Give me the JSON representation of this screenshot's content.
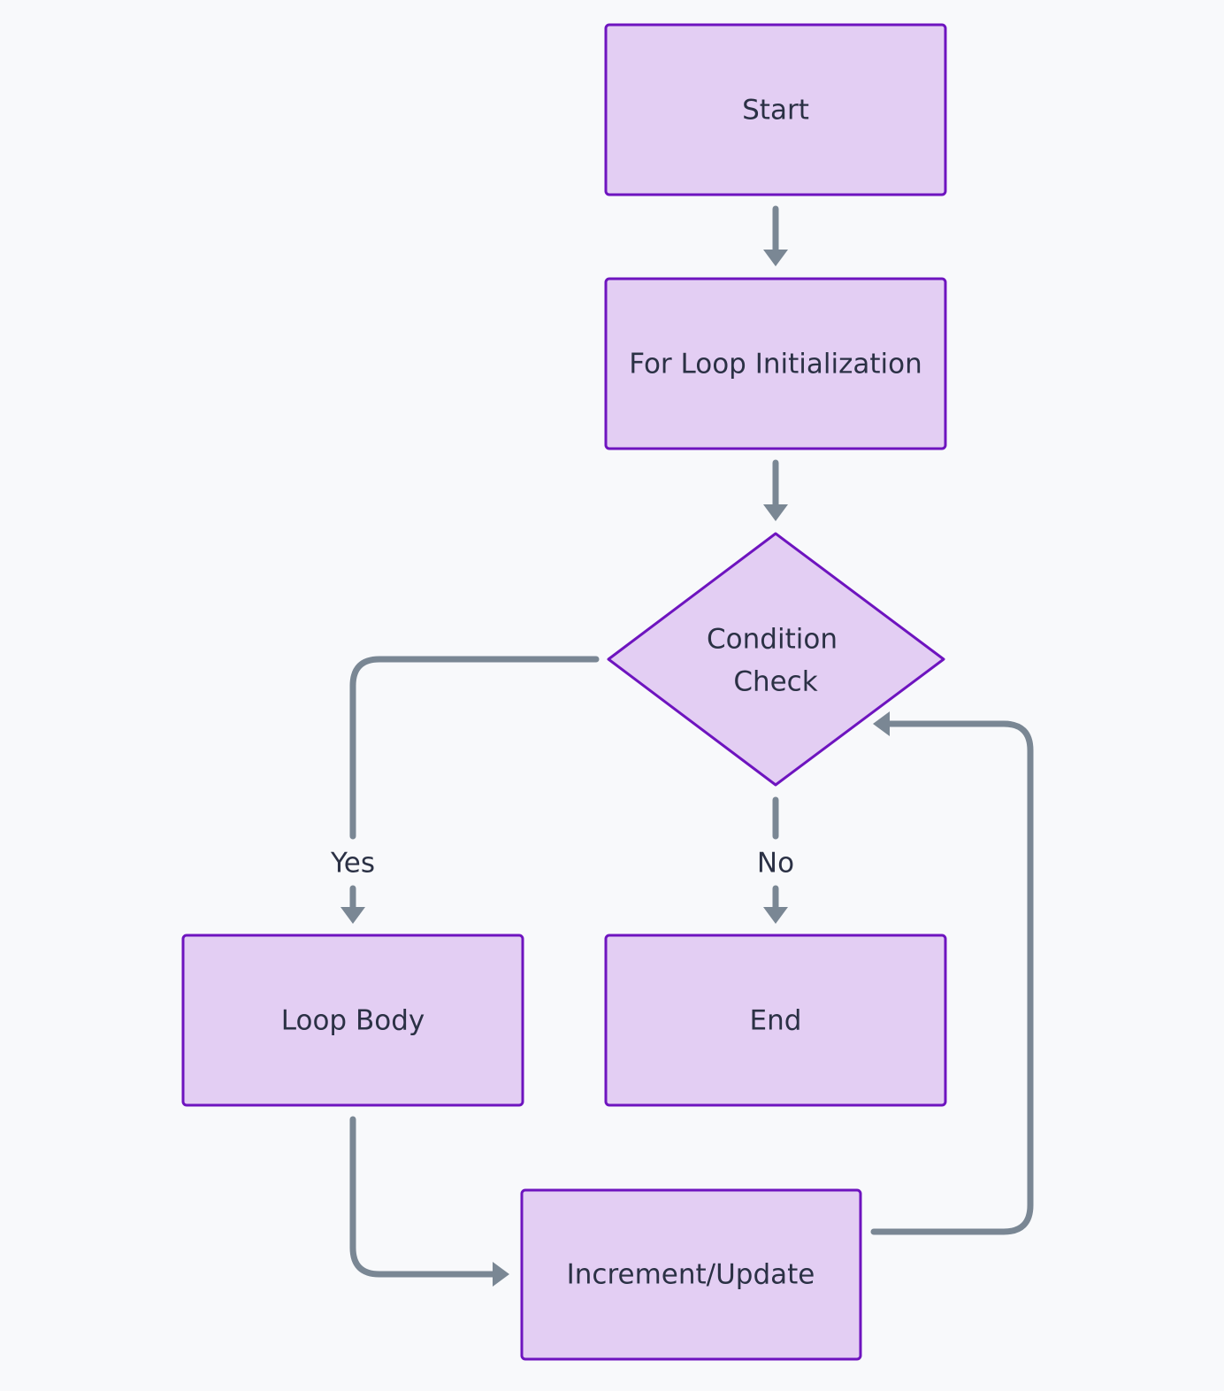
{
  "colors": {
    "background": "#f8f9fb",
    "node_fill": "#e3cef3",
    "node_stroke": "#6e14bf",
    "edge": "#7a8794",
    "text": "#2b3145"
  },
  "nodes": {
    "start": "Start",
    "init": "For Loop Initialization",
    "condition_line1": "Condition",
    "condition_line2": "Check",
    "loop_body": "Loop Body",
    "end": "End",
    "increment": "Increment/Update"
  },
  "edges": {
    "yes_label": "Yes",
    "no_label": "No"
  }
}
